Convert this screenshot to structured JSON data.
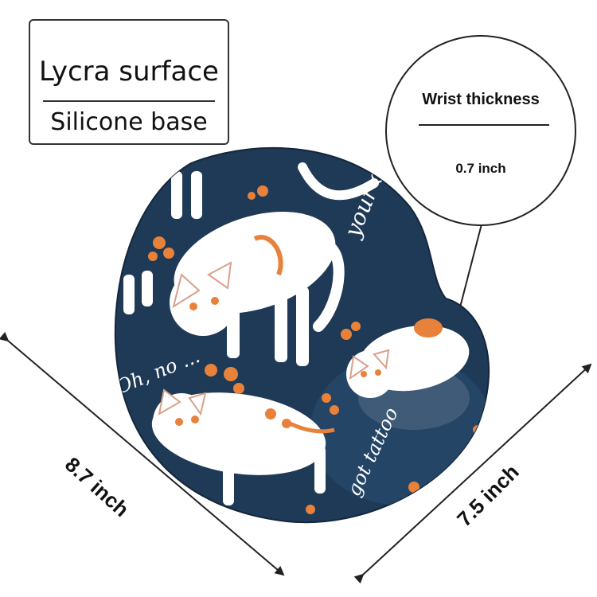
{
  "materials": {
    "surface": "Lycra surface",
    "base": "Silicone base"
  },
  "callout": {
    "label": "Wrist  thickness",
    "value": "0.7 inch"
  },
  "dimensions": {
    "width": "8.7 inch",
    "depth": "7.5 inch"
  },
  "pad_text": {
    "top": "your cat",
    "left": "Oh, no ...",
    "rest": "got tattoo"
  },
  "colors": {
    "pad": "#1f3a57",
    "cat": "#ffffff",
    "flower": "#e8823a",
    "arrow": "#222222"
  }
}
